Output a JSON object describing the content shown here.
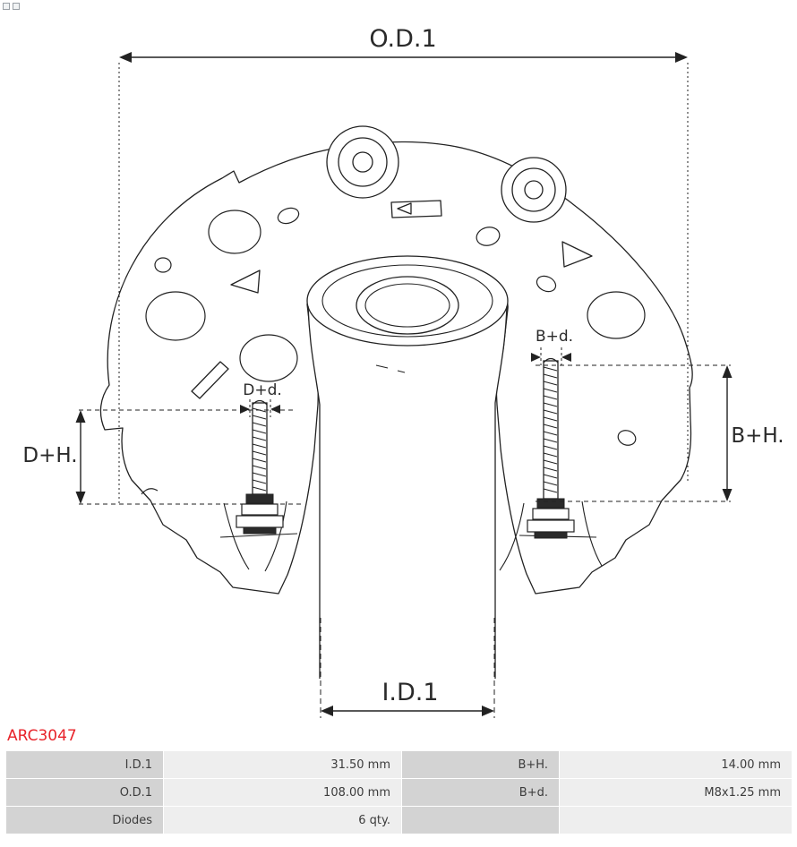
{
  "part_number": "ARC3047",
  "drawing": {
    "dim_od1": "O.D.1",
    "dim_id1": "I.D.1",
    "dim_dh": "D+H.",
    "dim_bh": "B+H.",
    "dim_dd": "D+d.",
    "dim_bd": "B+d."
  },
  "spec_table": {
    "rows": [
      {
        "label1": "I.D.1",
        "value1": "31.50 mm",
        "label2": "B+H.",
        "value2": "14.00 mm"
      },
      {
        "label1": "O.D.1",
        "value1": "108.00 mm",
        "label2": "B+d.",
        "value2": "M8x1.25 mm"
      },
      {
        "label1": "Diodes",
        "value1": "6 qty.",
        "label2": "",
        "value2": ""
      }
    ]
  },
  "colors": {
    "part_number_red": "#e8232a",
    "line_color": "#222222",
    "table_label_bg": "#d3d3d3",
    "table_value_bg": "#eeeeee"
  }
}
